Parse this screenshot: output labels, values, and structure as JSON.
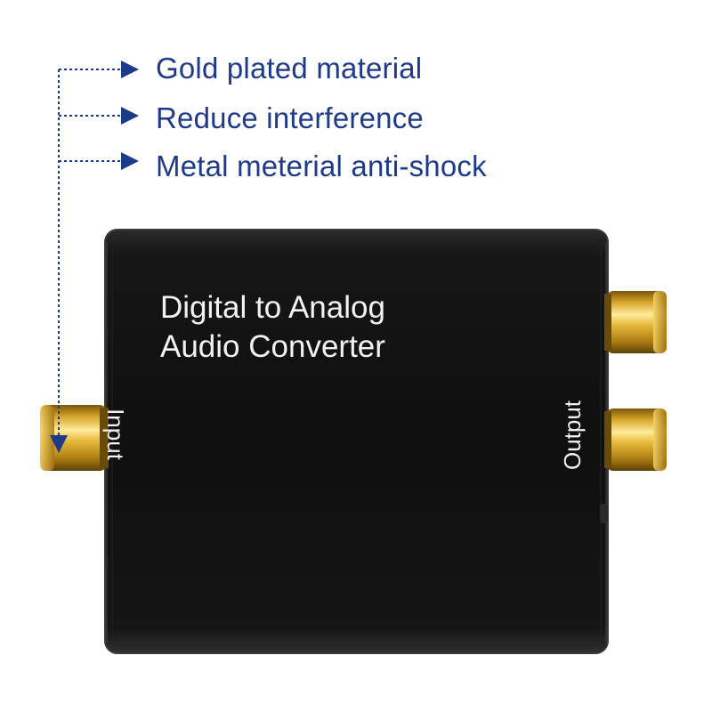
{
  "callouts": [
    {
      "text": "Gold plated material"
    },
    {
      "text": "Reduce interference"
    },
    {
      "text": "Metal meterial anti-shock"
    }
  ],
  "device": {
    "title_line1": "Digital to Analog",
    "title_line2": "Audio Converter",
    "input_label": "Input",
    "output_label": "Output"
  },
  "colors": {
    "callout_text": "#1e3a8a",
    "callout_line": "#1e3a8a",
    "body": "#141414",
    "body_edge": "#2a2a2a",
    "label": "#f2f2f2",
    "gold": "#d4a017",
    "gold_dark": "#8a6410",
    "gold_light": "#ffe58a"
  }
}
